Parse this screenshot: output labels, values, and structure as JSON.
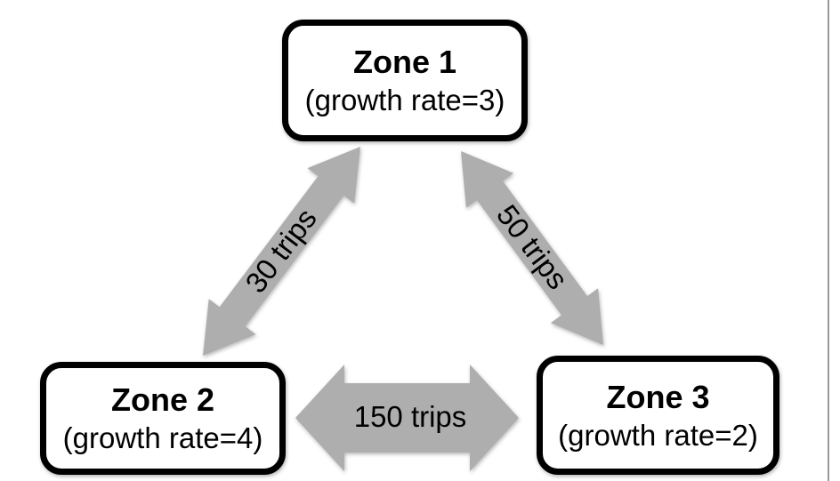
{
  "diagram": {
    "type": "zone-trip-distribution",
    "zones": [
      {
        "id": "zone-1",
        "title": "Zone 1",
        "subtitle": "(growth rate=3)",
        "growth_rate": 3
      },
      {
        "id": "zone-2",
        "title": "Zone 2",
        "subtitle": "(growth rate=4)",
        "growth_rate": 4
      },
      {
        "id": "zone-3",
        "title": "Zone 3",
        "subtitle": "(growth rate=2)",
        "growth_rate": 2
      }
    ],
    "flows": [
      {
        "from": "Zone 1",
        "to": "Zone 2",
        "label": "30 trips",
        "trips": 30,
        "bidirectional": true
      },
      {
        "from": "Zone 1",
        "to": "Zone 3",
        "label": "50 trips",
        "trips": 50,
        "bidirectional": true
      },
      {
        "from": "Zone 2",
        "to": "Zone 3",
        "label": "150 trips",
        "trips": 150,
        "bidirectional": true
      }
    ]
  },
  "colors": {
    "arrow": "#aeaeae",
    "box_border": "#000000",
    "box_fill": "#ffffff",
    "text": "#000000",
    "right_rule": "#999999",
    "background": "#ffffff"
  }
}
